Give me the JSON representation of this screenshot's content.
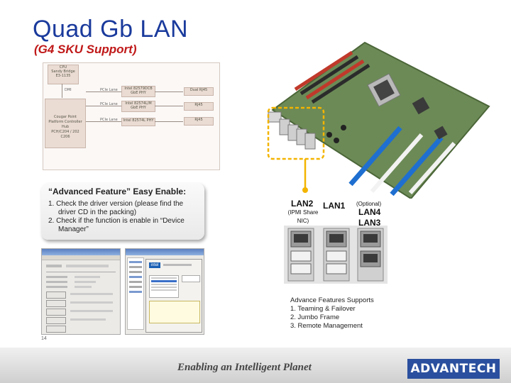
{
  "title": "Quad Gb LAN",
  "subtitle": "(G4 SKU Support)",
  "block_diagram": {
    "cpu": [
      "CPU",
      "Sandy Bridge",
      "E3-1135"
    ],
    "bus_dmi": "DMI",
    "pch": [
      "Cougar Point",
      "Platform Controller Hub",
      "PCH/C204 / 202",
      "C206"
    ],
    "pcie_lane": "PCIe Lane",
    "chip1": [
      "Intel 82579DCB",
      "GbE PHY"
    ],
    "chip2": [
      "Intel 82574L/M",
      "GbE PHY"
    ],
    "chip3": "Intel 82574L PHY",
    "port1": "Dual RJ45",
    "port2": "RJ45",
    "port3": "RJ45"
  },
  "feature": {
    "heading": "“Advanced Feature” Easy Enable:",
    "items": [
      "1. Check the driver version (please find the driver CD in the packing)",
      "2. Check if the function is enable in “Device Manager”"
    ]
  },
  "lan": {
    "lan2": "LAN2",
    "lan2_note": "(IPMI Share NIC)",
    "lan1": "LAN1",
    "optional": "(Optional)",
    "lan4": "LAN4",
    "lan3": "LAN3"
  },
  "advanced": {
    "heading": "Advance Features Supports",
    "items": [
      "1. Teaming & Failover",
      "2. Jumbo Frame",
      "3. Remote Management"
    ]
  },
  "page_number": "14",
  "footer": {
    "slogan": "Enabling an Intelligent Planet",
    "logo": "ADVANTECH"
  },
  "colors": {
    "title": "#1a3a9c",
    "subtitle": "#c01818",
    "highlight": "#f3b400"
  }
}
